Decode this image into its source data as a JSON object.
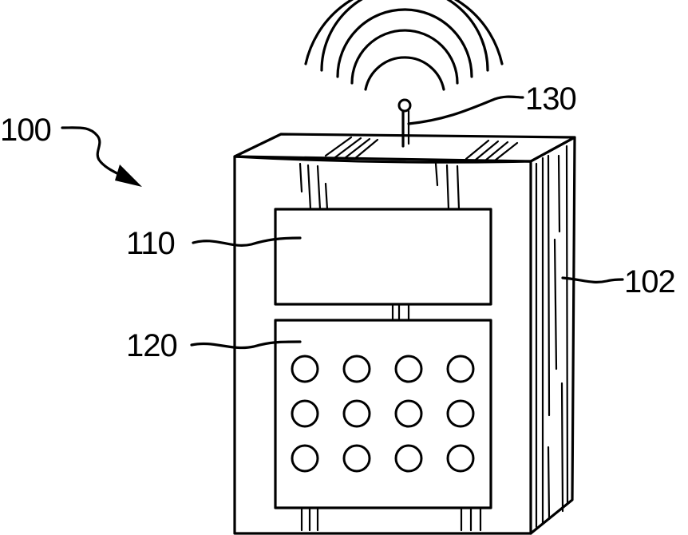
{
  "labels": {
    "device": "100",
    "antenna": "130",
    "display": "110",
    "housing": "102",
    "keypad": "120"
  },
  "keypad": {
    "rows": 3,
    "columns": 4
  },
  "colors": {
    "ink": "#000000",
    "paper": "#ffffff"
  }
}
